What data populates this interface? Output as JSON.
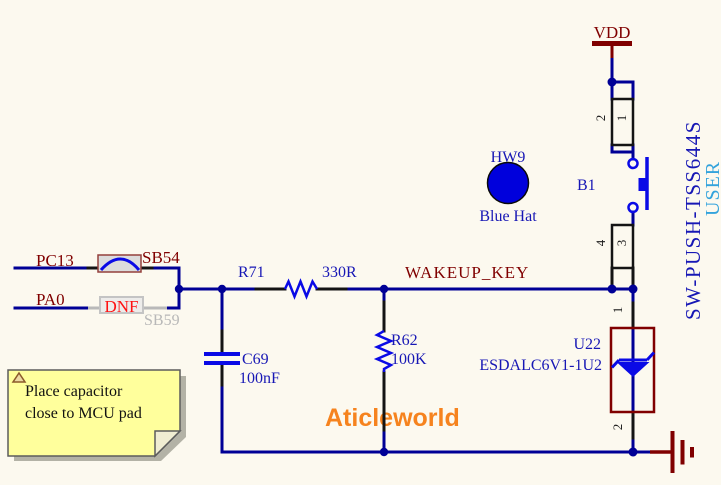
{
  "power": {
    "vdd_label": "VDD"
  },
  "nets": {
    "pc13": "PC13",
    "pa0": "PA0",
    "wakeup_key": "WAKEUP_KEY"
  },
  "components": {
    "sb54": {
      "designator": "SB54"
    },
    "sb59": {
      "designator": "SB59",
      "fit_note": "DNF"
    },
    "r71": {
      "designator": "R71",
      "value": "330R"
    },
    "r62": {
      "designator": "R62",
      "value": "100K"
    },
    "c69": {
      "designator": "C69",
      "value": "100nF"
    },
    "hw9": {
      "designator": "HW9",
      "value": "Blue Hat"
    },
    "b1": {
      "designator": "B1",
      "part_number": "SW-PUSH-TSS644S",
      "function": "USER",
      "pins": {
        "p1": "1",
        "p2": "2",
        "p3": "3",
        "p4": "4"
      }
    },
    "u22": {
      "designator": "U22",
      "value": "ESDALC6V1-1U2",
      "pins": {
        "p1": "1",
        "p2": "2"
      }
    }
  },
  "annotations": {
    "note_line1": "Place capacitor",
    "note_line2": "close to MCU pad",
    "watermark": "Aticleworld"
  },
  "colors": {
    "background": "#FCF9EF",
    "wire_blue": "#000096",
    "symbol_blue": "#0A0AE6",
    "net_maroon": "#800000",
    "component_text_blue": "#1717B5",
    "user_light_blue": "#33A3DC",
    "dnf_red": "#FF1212",
    "gray_label": "#B8B8B8",
    "note_yellow": "#FFFF9C",
    "watermark_orange": "#F6831E",
    "hw9_circle_blue": "#0000DC"
  }
}
